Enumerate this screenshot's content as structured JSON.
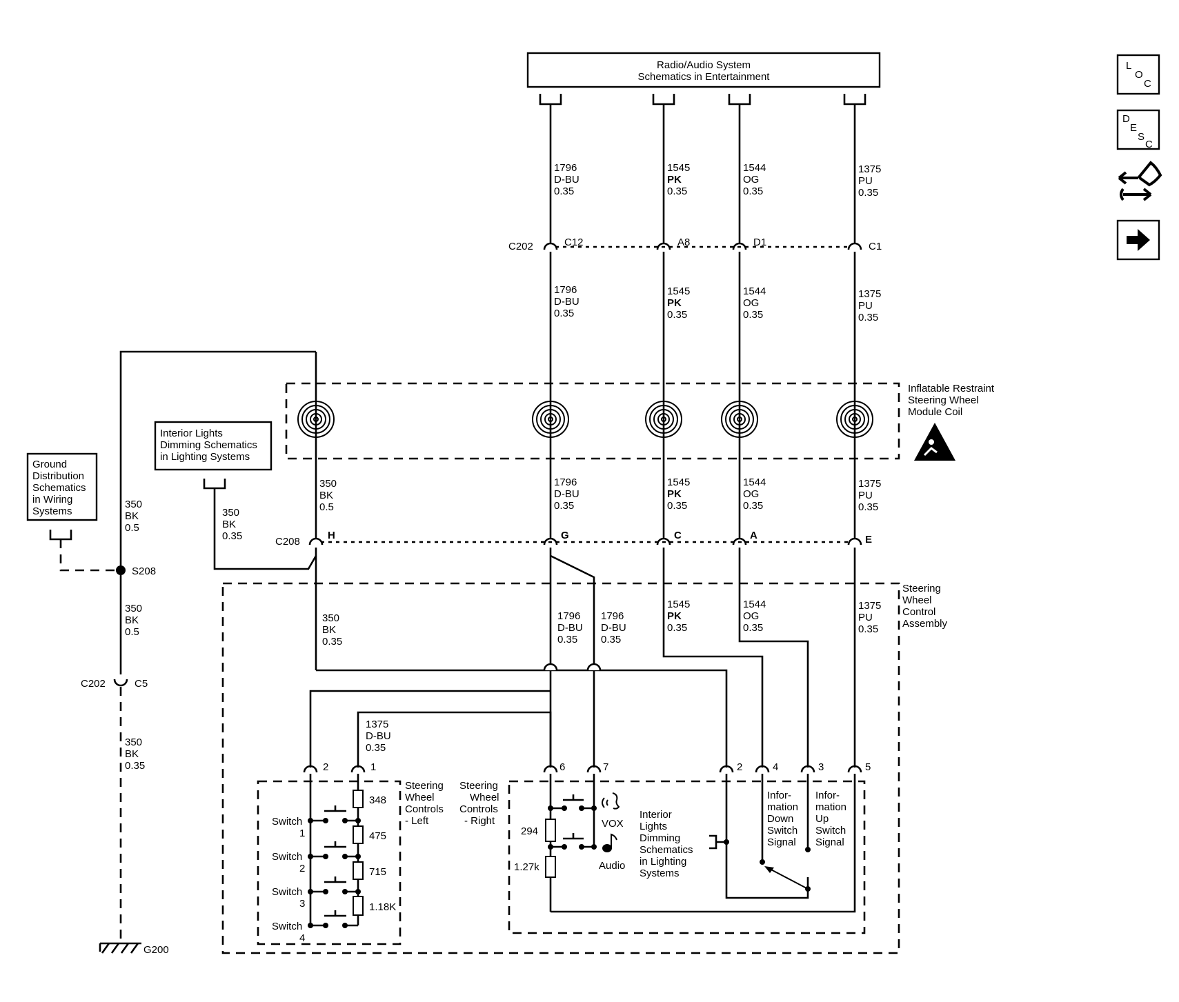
{
  "radio_box": {
    "line1": "Radio/Audio System",
    "line2": "Schematics in Entertainment"
  },
  "wires": {
    "w1796": {
      "num": "1796",
      "color": "D-BU",
      "gauge": "0.35"
    },
    "w1545": {
      "num": "1545",
      "color": "PK",
      "gauge": "0.35"
    },
    "w1544": {
      "num": "1544",
      "color": "OG",
      "gauge": "0.35"
    },
    "w1375": {
      "num": "1375",
      "color": "PU",
      "gauge": "0.35"
    },
    "w350a": {
      "num": "350",
      "color": "BK",
      "gauge": "0.5"
    },
    "w350b": {
      "num": "350",
      "color": "BK",
      "gauge": "0.35"
    },
    "w1375dbu": {
      "num": "1375",
      "color": "D-BU",
      "gauge": "0.35"
    }
  },
  "connectors": {
    "c202": "C202",
    "c208": "C208",
    "s208": "S208",
    "g200": "G200",
    "c202_pins": [
      "C12",
      "A8",
      "D1",
      "C1"
    ],
    "c202_c5": "C5",
    "c208_pins": [
      "H",
      "G",
      "C",
      "A",
      "E"
    ],
    "scc_pins": [
      "2",
      "1",
      "6",
      "7",
      "2",
      "4",
      "3",
      "5"
    ]
  },
  "coil_label": [
    "Inflatable Restraint",
    "Steering Wheel",
    "Module Coil"
  ],
  "ground_box": [
    "Ground",
    "Distribution",
    "Schematics",
    "in Wiring",
    "Systems"
  ],
  "dimming_box": [
    "Interior Lights",
    "Dimming Schematics",
    "in Lighting Systems"
  ],
  "assembly_label": [
    "Steering",
    "Wheel",
    "Control",
    "Assembly"
  ],
  "left_controls_label": [
    "Steering",
    "Wheel",
    "Controls",
    "- Left"
  ],
  "right_controls_label": [
    "Steering",
    "Wheel",
    "Controls",
    "- Right"
  ],
  "switches": [
    {
      "name": "Switch",
      "num": "1"
    },
    {
      "name": "Switch",
      "num": "2"
    },
    {
      "name": "Switch",
      "num": "3"
    },
    {
      "name": "Switch",
      "num": "4"
    }
  ],
  "resistors_left": [
    "348",
    "475",
    "715",
    "1.18K"
  ],
  "resistors_right": [
    "294",
    "1.27k"
  ],
  "vox_label": "VOX",
  "audio_label": "Audio",
  "inner_dimming": [
    "Interior",
    "Lights",
    "Dimming",
    "Schematics",
    "in Lighting",
    "Systems"
  ],
  "info_down": [
    "Infor-",
    "mation",
    "Down",
    "Switch",
    "Signal"
  ],
  "info_up": [
    "Infor-",
    "mation",
    "Up",
    "Switch",
    "Signal"
  ],
  "nav": {
    "loc": [
      "L",
      "O",
      "C"
    ],
    "desc": [
      "D",
      "E",
      "S",
      "C"
    ],
    "icons": [
      "swap-wrench-icon",
      "arrow-right-icon"
    ]
  }
}
